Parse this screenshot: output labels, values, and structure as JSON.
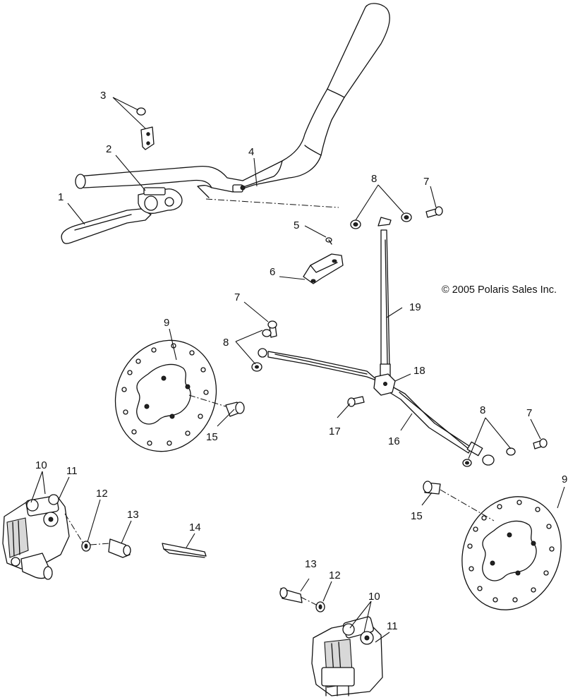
{
  "copyright": "© 2005 Polaris Sales Inc.",
  "callouts": {
    "c1": "1",
    "c2": "2",
    "c3": "3",
    "c4": "4",
    "c5": "5",
    "c6": "6",
    "c7a": "7",
    "c7b": "7",
    "c7c": "7",
    "c8a": "8",
    "c8b": "8",
    "c8c": "8",
    "c9a": "9",
    "c9b": "9",
    "c10a": "10",
    "c10b": "10",
    "c11a": "11",
    "c11b": "11",
    "c12a": "12",
    "c12b": "12",
    "c13a": "13",
    "c13b": "13",
    "c14": "14",
    "c15a": "15",
    "c15b": "15",
    "c16": "16",
    "c17": "17",
    "c18": "18",
    "c19": "19"
  }
}
